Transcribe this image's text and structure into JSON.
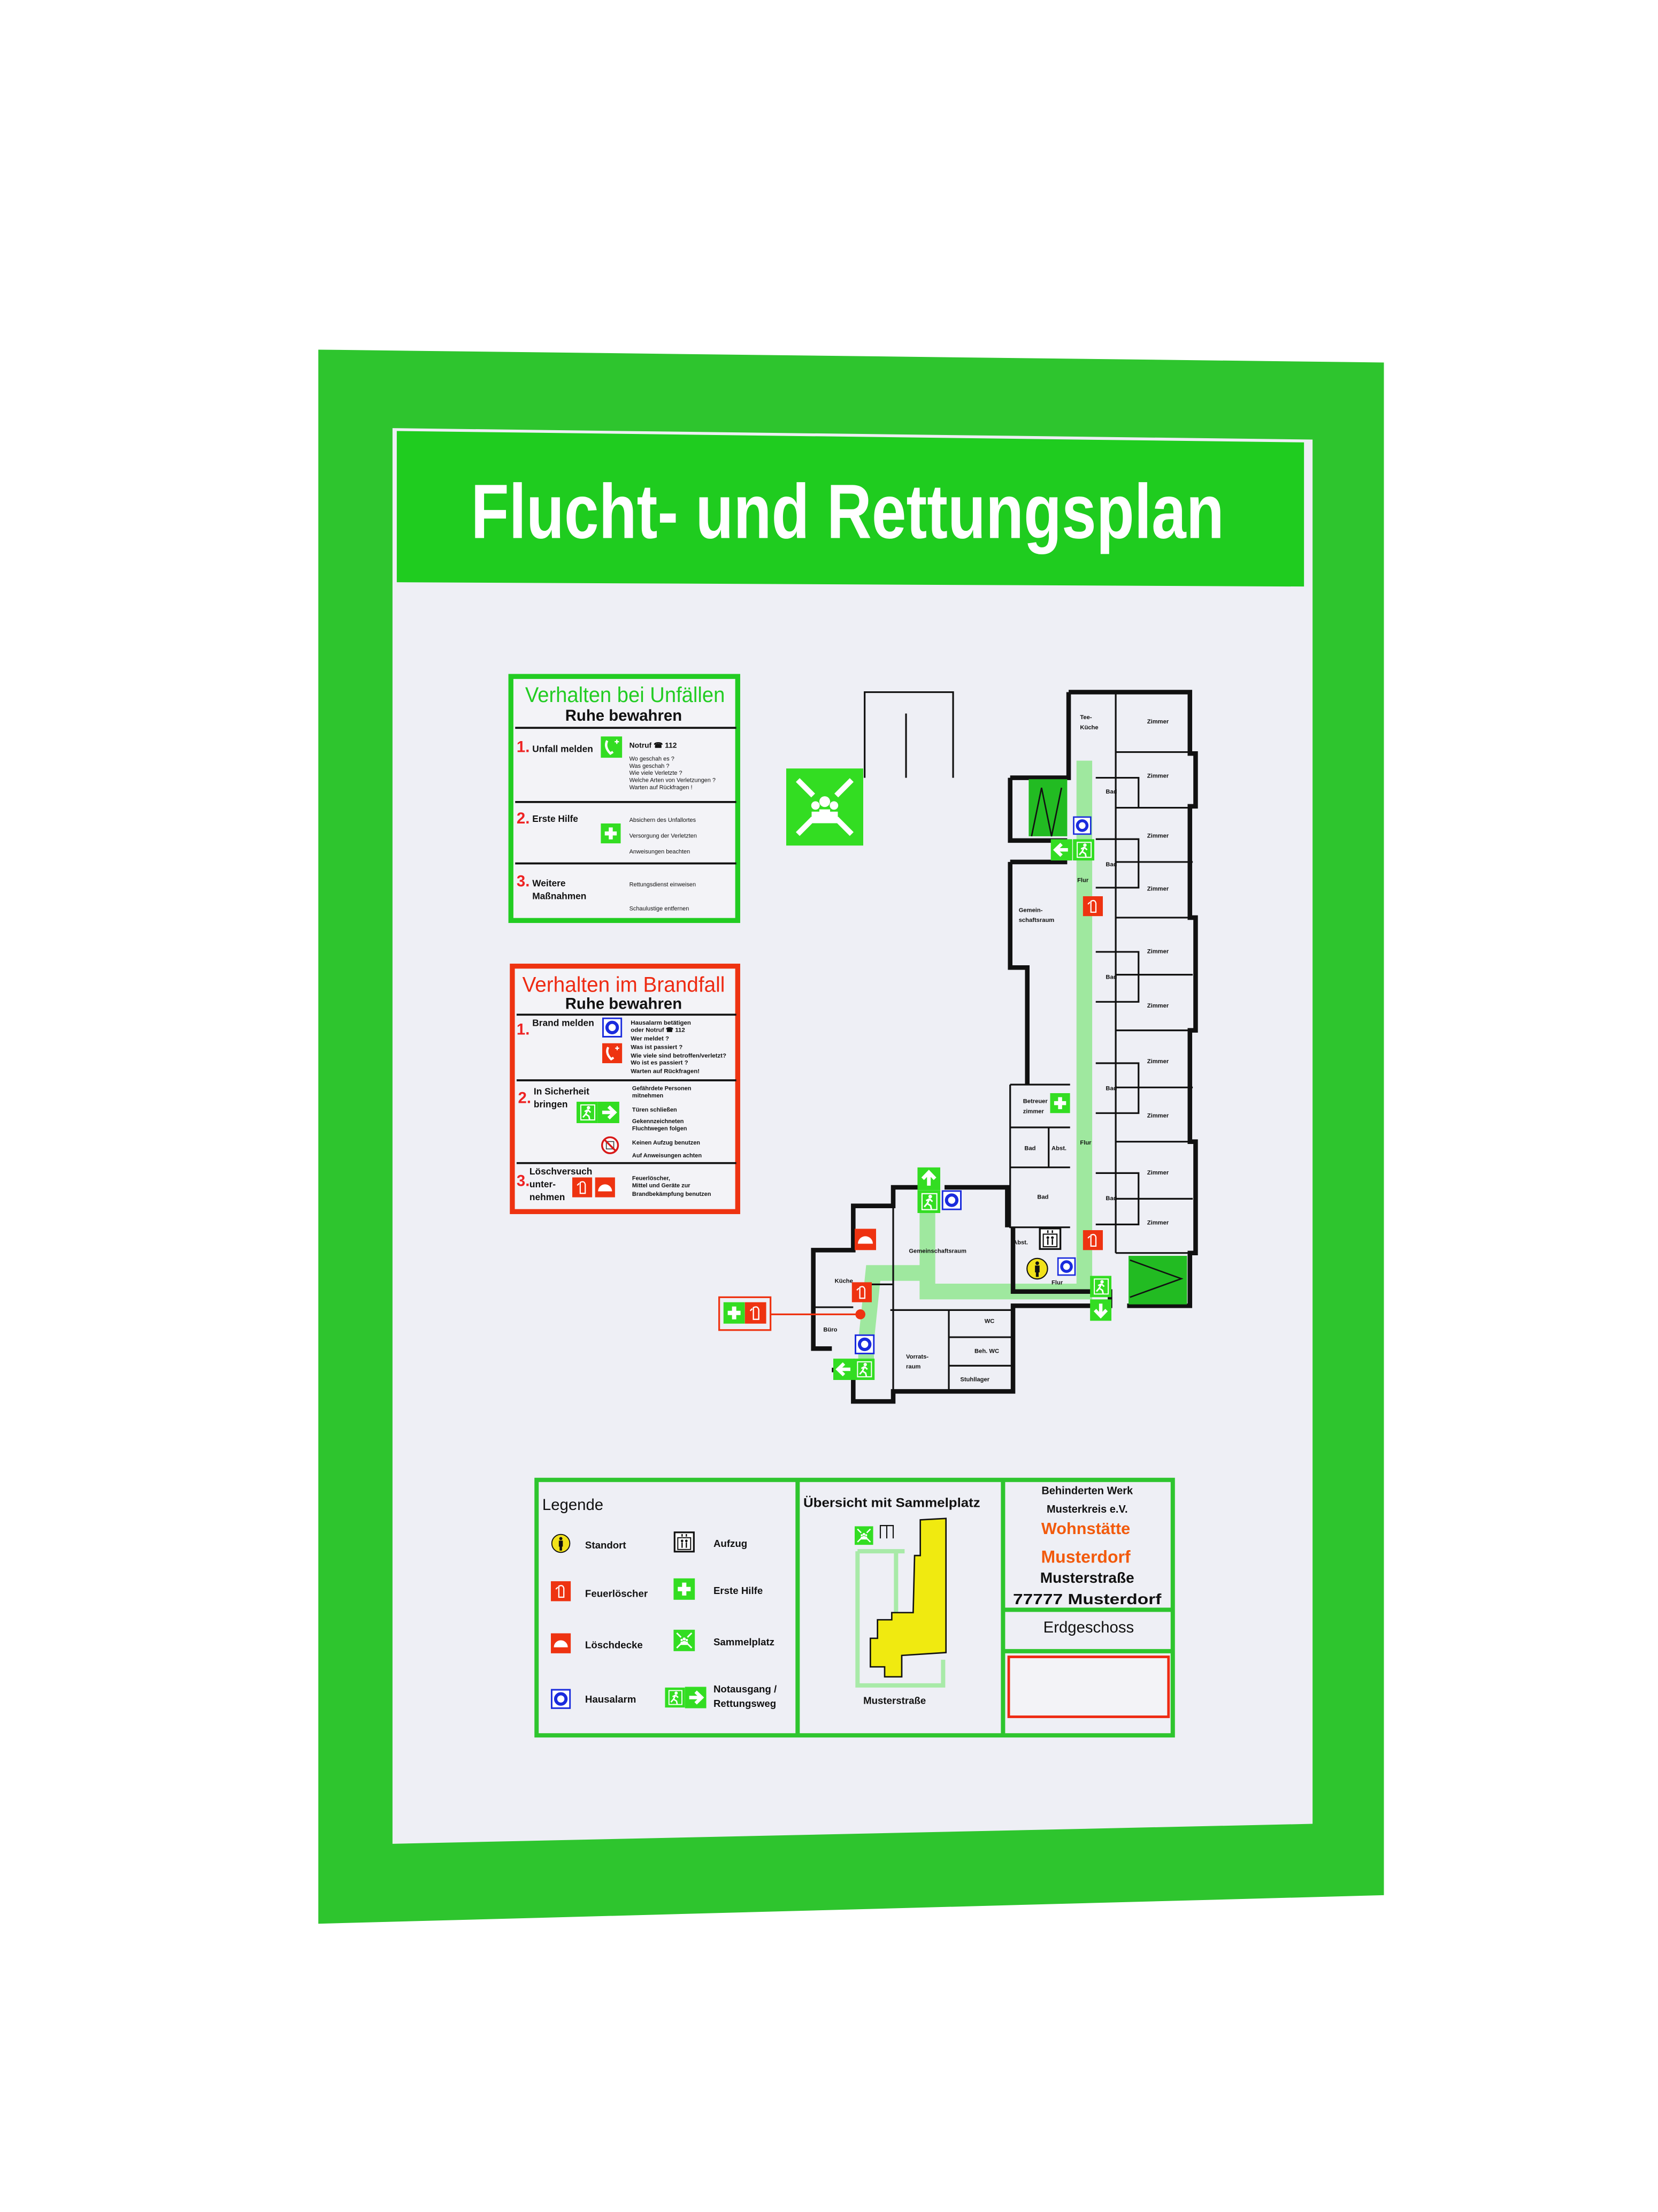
{
  "poster": {
    "title": "Flucht- und Rettungsplan",
    "colors": {
      "frame": "#2ec52e",
      "header": "#1fcc1f",
      "paper": "#eeeff5",
      "sign_green": "#33dd22",
      "sign_red": "#ee3311",
      "alarm_blue": "#1a2bdd",
      "corridor": "#9fe89f",
      "orange": "#f25a0c"
    }
  },
  "accident": {
    "title": "Verhalten bei Unfällen",
    "subtitle": "Ruhe bewahren",
    "steps": [
      {
        "num": "1.",
        "label": "Unfall melden",
        "icon": "emergency-phone-icon",
        "head": "Notruf  ☎ 112",
        "lines": [
          "Wo geschah es ?",
          "Was geschah ?",
          "Wie viele Verletzte ?",
          "Welche Arten von Verletzungen ?",
          "Warten auf Rückfragen !"
        ]
      },
      {
        "num": "2.",
        "label": "Erste Hilfe",
        "icon": "first-aid-icon",
        "lines": [
          "Absichern des Unfallortes",
          "Versorgung der Verletzten",
          "Anweisungen beachten"
        ]
      },
      {
        "num": "3.",
        "label1": "Weitere",
        "label2": "Maßnahmen",
        "lines": [
          "Rettungsdienst einweisen",
          "Schaulustige entfernen"
        ]
      }
    ]
  },
  "fire": {
    "title": "Verhalten im Brandfall",
    "subtitle": "Ruhe bewahren",
    "steps": [
      {
        "num": "1.",
        "label": "Brand melden",
        "lines": [
          "Hausalarm betätigen",
          "oder Notruf  ☎ 112",
          "Wer meldet ?",
          "Was ist passiert ?",
          "Wie viele sind betroffen/verletzt?",
          "Wo ist es passiert ?",
          "Warten auf Rückfragen!"
        ]
      },
      {
        "num": "2.",
        "label1": "In Sicherheit",
        "label2": "bringen",
        "lines": [
          "Gefährdete Personen",
          "mitnehmen",
          "Türen schließen",
          "Gekennzeichneten",
          "Fluchtwegen folgen",
          "Keinen Aufzug benutzen",
          "Auf Anweisungen achten"
        ]
      },
      {
        "num": "3.",
        "label1": "Löschversuch",
        "label2": "unter-",
        "label3": "nehmen",
        "lines": [
          "Feuerlöscher,",
          "Mittel und Geräte zur",
          "Brandbekämpfung benutzen"
        ]
      }
    ]
  },
  "floor_plan": {
    "rooms": {
      "tee1": "Tee-",
      "tee2": "Küche",
      "zimmer": "Zimmer",
      "bad": "Bad",
      "flur": "Flur",
      "gem1": "Gemein-",
      "gem2": "schaftsraum",
      "betr1": "Betreuer",
      "betr2": "zimmer",
      "abst": "Abst.",
      "gemeinschaftsraum": "Gemeinschaftsraum",
      "kueche": "Küche",
      "buero": "Büro",
      "vor1": "Vorrats-",
      "vor2": "raum",
      "wc": "WC",
      "behwc": "Beh. WC",
      "stuhllager": "Stuhllager"
    }
  },
  "legend": {
    "title": "Legende",
    "items": [
      {
        "label": "Standort",
        "icon": "you-are-here-icon"
      },
      {
        "label": "Feuerlöscher",
        "icon": "fire-extinguisher-icon"
      },
      {
        "label": "Löschdecke",
        "icon": "fire-blanket-icon"
      },
      {
        "label": "Hausalarm",
        "icon": "fire-alarm-icon"
      },
      {
        "label": "Aufzug",
        "icon": "elevator-icon"
      },
      {
        "label": "Erste Hilfe",
        "icon": "first-aid-icon"
      },
      {
        "label": "Sammelplatz",
        "icon": "assembly-point-icon"
      },
      {
        "label1": "Notausgang /",
        "label2": "Rettungsweg",
        "icon": "emergency-exit-icon"
      }
    ]
  },
  "overview": {
    "title": "Übersicht mit Sammelplatz",
    "street": "Musterstraße"
  },
  "info": {
    "org1": "Behinderten Werk",
    "org2": "Musterkreis e.V.",
    "facility": "Wohnstätte",
    "town": "Musterdorf",
    "street": "Musterstraße",
    "city": "77777 Musterdorf",
    "floor": "Erdgeschoss"
  }
}
